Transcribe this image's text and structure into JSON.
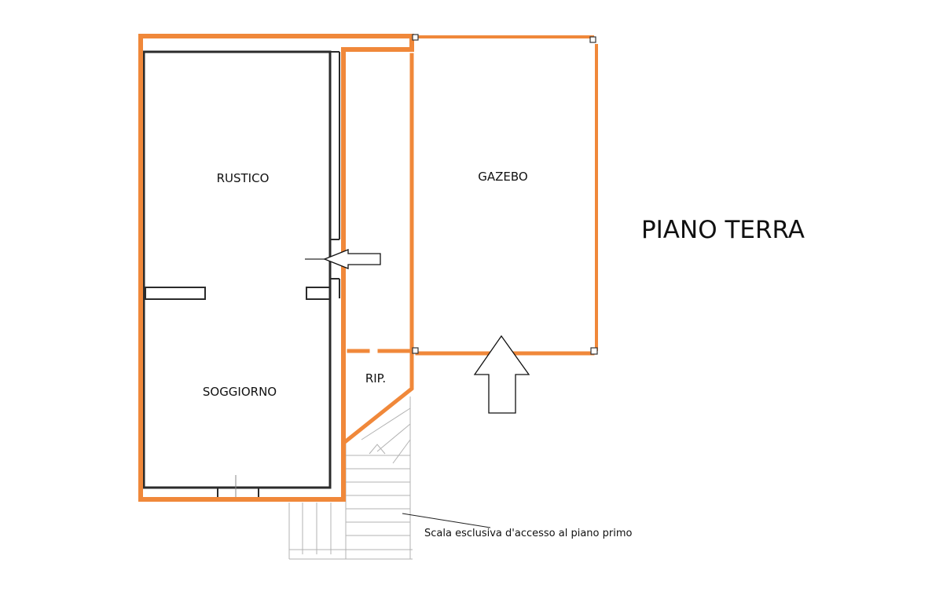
{
  "title": "PIANO TERRA",
  "rooms": {
    "rustico": "RUSTICO",
    "soggiorno": "SOGGIORNO",
    "rip": "RIP.",
    "gazebo": "GAZEBO"
  },
  "stair_note": "Scala esclusiva d'accesso al piano primo",
  "colors": {
    "highlight": "#f0883a",
    "wall": "#333333"
  }
}
